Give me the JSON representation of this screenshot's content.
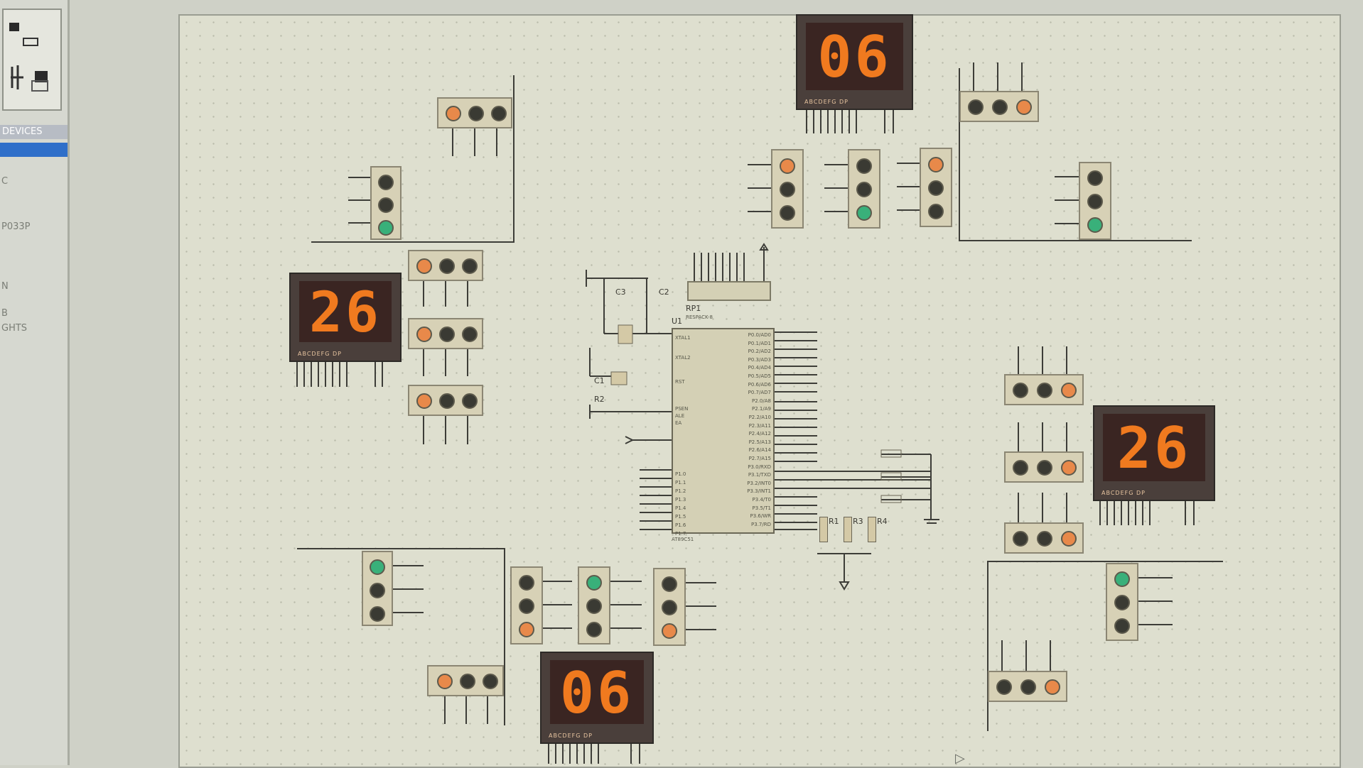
{
  "sidebar": {
    "devices_header": "DEVICES",
    "items": [
      "C",
      "P033P",
      "N",
      "B",
      "GHTS"
    ]
  },
  "displays": [
    {
      "id": "top",
      "value": "06"
    },
    {
      "id": "left",
      "value": "26"
    },
    {
      "id": "right",
      "value": "26"
    },
    {
      "id": "bottom",
      "value": "06"
    }
  ],
  "display_pin_label": "ABCDEFG DP",
  "schematic": {
    "mcu_ref": "U1",
    "mcu_part": "AT89C51",
    "rpack_ref": "RP1",
    "rpack_part": "RESPACK-8",
    "capacitors": [
      "C3",
      "C2",
      "C1"
    ],
    "resistors": [
      "R2",
      "R1",
      "R3",
      "R4"
    ],
    "mcu_left_pins": [
      "XTAL1",
      "XTAL2",
      "RST",
      "PSEN",
      "ALE",
      "EA",
      "P1.0",
      "P1.1",
      "P1.2",
      "P1.3",
      "P1.4",
      "P1.5",
      "P1.6",
      "P1.7"
    ],
    "mcu_right_pins": [
      "P0.0/AD0",
      "P0.1/AD1",
      "P0.2/AD2",
      "P0.3/AD3",
      "P0.4/AD4",
      "P0.5/AD5",
      "P0.6/AD6",
      "P0.7/AD7",
      "P2.0/A8",
      "P2.1/A9",
      "P2.2/A10",
      "P2.3/A11",
      "P2.4/A12",
      "P2.5/A13",
      "P2.6/A14",
      "P2.7/A15",
      "P3.0/RXD",
      "P3.1/TXD",
      "P3.2/INT0",
      "P3.3/INT1",
      "P3.4/T0",
      "P3.5/T1",
      "P3.6/WR",
      "P3.7/RD"
    ]
  },
  "colors": {
    "lamp_red": "#e8894a",
    "lamp_off": "#3a3a33",
    "lamp_green": "#39b07a",
    "digit": "#f07a1f"
  }
}
